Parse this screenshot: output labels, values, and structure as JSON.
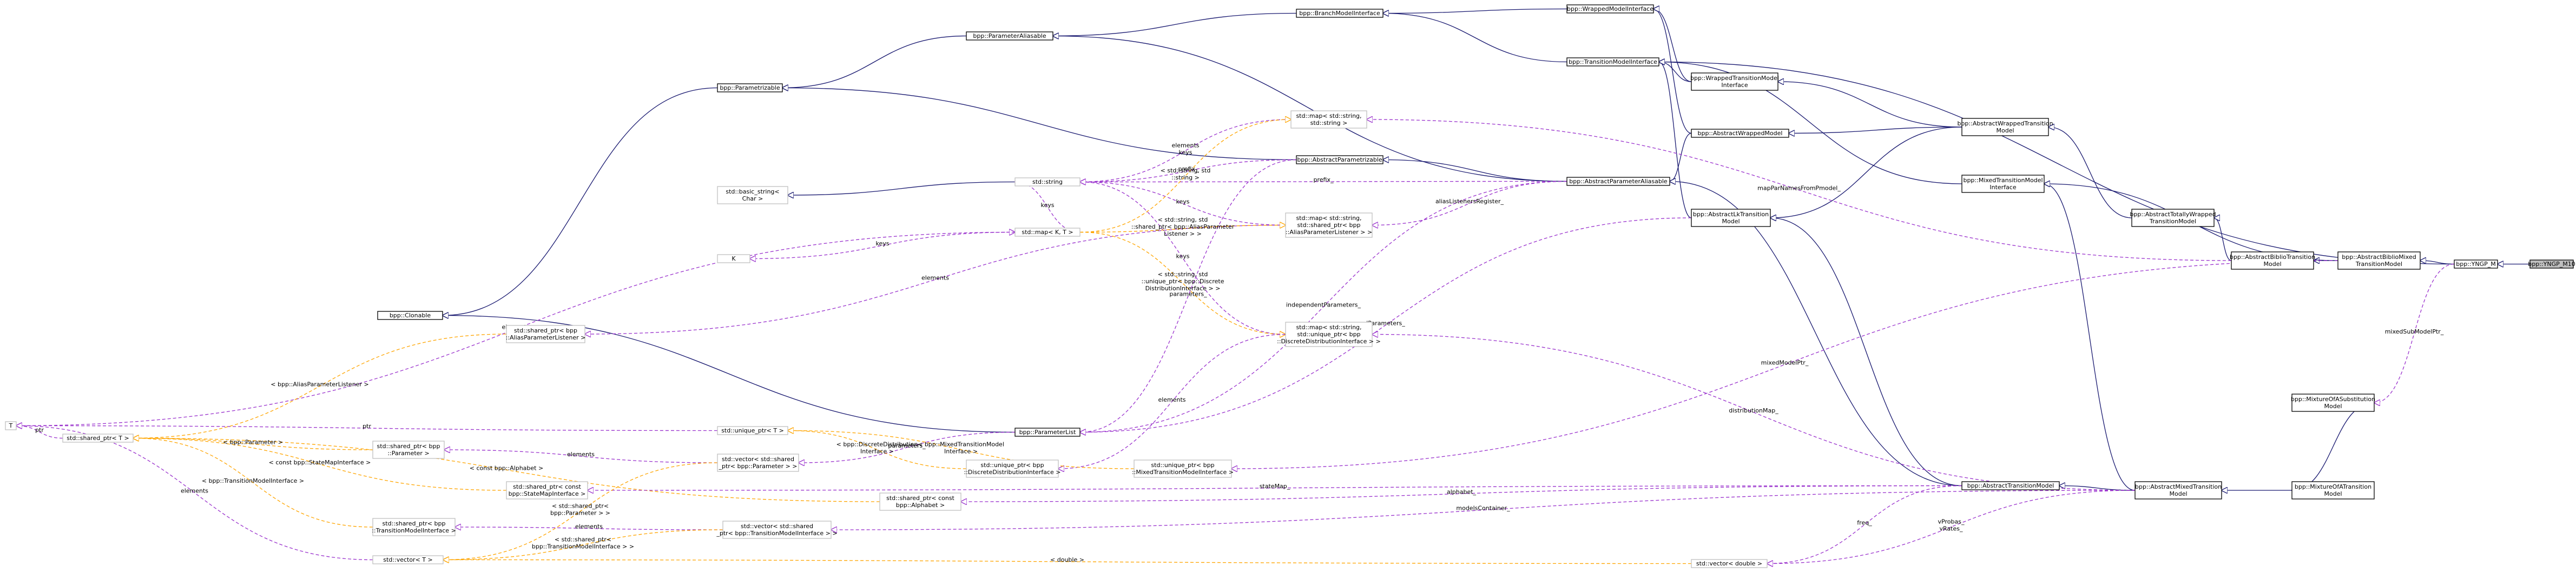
{
  "colors": {
    "inherit": "#191970",
    "usage": "#9a32cd",
    "template": "#ffa500",
    "node_border_solid": "#000000",
    "node_border_light": "#bfbfbf",
    "node_fill": "#ffffff",
    "highlight_fill": "#bfbfbf"
  },
  "nodes": [
    {
      "id": "ypsmxd",
      "lines": [
        "bpp::YNGP_M10"
      ],
      "kind": "highlight"
    },
    {
      "id": "yngpm",
      "lines": [
        "bpp::YNGP_M"
      ],
      "kind": "class"
    },
    {
      "id": "abmx",
      "lines": [
        "bpp::AbstractBiblioMixed",
        "TransitionModel"
      ],
      "kind": "class"
    },
    {
      "id": "abt",
      "lines": [
        "bpp::AbstractBiblioTransition",
        "Model"
      ],
      "kind": "class"
    },
    {
      "id": "atw",
      "lines": [
        "bpp::AbstractTotallyWrapped",
        "TransitionModel"
      ],
      "kind": "class"
    },
    {
      "id": "awt",
      "lines": [
        "bpp::AbstractWrappedTransition",
        "Model"
      ],
      "kind": "class"
    },
    {
      "id": "mtmi",
      "lines": [
        "bpp::MixedTransitionModel",
        "Interface"
      ],
      "kind": "class"
    },
    {
      "id": "alt",
      "lines": [
        "bpp::AbstractLkTransition",
        "Model"
      ],
      "kind": "class"
    },
    {
      "id": "awm",
      "lines": [
        "bpp::AbstractWrappedModel"
      ],
      "kind": "class"
    },
    {
      "id": "wtmi",
      "lines": [
        "bpp::WrappedTransitionModel",
        "Interface"
      ],
      "kind": "class"
    },
    {
      "id": "wmi",
      "lines": [
        "bpp::WrappedModelInterface"
      ],
      "kind": "class"
    },
    {
      "id": "tmi",
      "lines": [
        "bpp::TransitionModelInterface"
      ],
      "kind": "class"
    },
    {
      "id": "bmi",
      "lines": [
        "bpp::BranchModelInterface"
      ],
      "kind": "class"
    },
    {
      "id": "pal",
      "lines": [
        "bpp::ParameterAliasable"
      ],
      "kind": "class"
    },
    {
      "id": "apa",
      "lines": [
        "bpp::AbstractParameterAliasable"
      ],
      "kind": "class"
    },
    {
      "id": "apz",
      "lines": [
        "bpp::AbstractParametrizable"
      ],
      "kind": "class"
    },
    {
      "id": "prm",
      "lines": [
        "bpp::Parametrizable"
      ],
      "kind": "class"
    },
    {
      "id": "cln",
      "lines": [
        "bpp::Clonable"
      ],
      "kind": "class"
    },
    {
      "id": "plist",
      "lines": [
        "bpp::ParameterList"
      ],
      "kind": "class"
    },
    {
      "id": "bstr",
      "lines": [
        "std::basic_string<",
        "Char >"
      ],
      "kind": "template"
    },
    {
      "id": "str",
      "lines": [
        "std::string"
      ],
      "kind": "template"
    },
    {
      "id": "mapss",
      "lines": [
        "std::map< std::string,",
        "std::string >"
      ],
      "kind": "template"
    },
    {
      "id": "mapkt",
      "lines": [
        "std::map< K, T >"
      ],
      "kind": "template"
    },
    {
      "id": "k",
      "lines": [
        "K"
      ],
      "kind": "template"
    },
    {
      "id": "t",
      "lines": [
        "T"
      ],
      "kind": "template"
    },
    {
      "id": "mapapl",
      "lines": [
        "std::map< std::string,",
        "std::shared_ptr< bpp",
        "::AliasParameterListener > >"
      ],
      "kind": "template"
    },
    {
      "id": "spapl",
      "lines": [
        "std::shared_ptr< bpp",
        "::AliasParameterListener >"
      ],
      "kind": "template"
    },
    {
      "id": "mapdd",
      "lines": [
        "std::map< std::string,",
        "std::unique_ptr< bpp",
        "::DiscreteDistributionInterface > >"
      ],
      "kind": "template"
    },
    {
      "id": "upt",
      "lines": [
        "std::unique_ptr< T >"
      ],
      "kind": "template"
    },
    {
      "id": "updd",
      "lines": [
        "std::unique_ptr< bpp",
        "::DiscreteDistributionInterface >"
      ],
      "kind": "template"
    },
    {
      "id": "upmx",
      "lines": [
        "std::unique_ptr< bpp",
        "::MixedTransitionModelInterface >"
      ],
      "kind": "template"
    },
    {
      "id": "spt",
      "lines": [
        "std::shared_ptr< T >"
      ],
      "kind": "template"
    },
    {
      "id": "spp",
      "lines": [
        "std::shared_ptr< bpp",
        "::Parameter >"
      ],
      "kind": "template"
    },
    {
      "id": "vsp",
      "lines": [
        "std::vector< std::shared",
        "_ptr< bpp::Parameter > >"
      ],
      "kind": "template"
    },
    {
      "id": "spsm",
      "lines": [
        "std::shared_ptr< const",
        "bpp::StateMapInterface >"
      ],
      "kind": "template"
    },
    {
      "id": "spa",
      "lines": [
        "std::shared_ptr< const",
        "bpp::Alphabet >"
      ],
      "kind": "template"
    },
    {
      "id": "sptm",
      "lines": [
        "std::shared_ptr< bpp",
        "::TransitionModelInterface >"
      ],
      "kind": "template"
    },
    {
      "id": "vsptm",
      "lines": [
        "std::vector< std::shared",
        "_ptr< bpp::TransitionModelInterface > >"
      ],
      "kind": "template"
    },
    {
      "id": "vt",
      "lines": [
        "std::vector< T >"
      ],
      "kind": "template"
    },
    {
      "id": "vd",
      "lines": [
        "std::vector< double >"
      ],
      "kind": "template"
    },
    {
      "id": "atm",
      "lines": [
        "bpp::AbstractTransitionModel"
      ],
      "kind": "class"
    },
    {
      "id": "amx",
      "lines": [
        "bpp::AbstractMixedTransition",
        "Model"
      ],
      "kind": "class"
    },
    {
      "id": "mxofa",
      "lines": [
        "bpp::MixtureOfATransition",
        "Model"
      ],
      "kind": "class"
    },
    {
      "id": "mxofas",
      "lines": [
        "bpp::MixtureOfASubstitution",
        "Model"
      ],
      "kind": "class"
    }
  ],
  "edges": [
    {
      "from": "yngpm",
      "to": "ypsmxd",
      "style": "inherit",
      "label": []
    },
    {
      "from": "abmx",
      "to": "yngpm",
      "style": "inherit",
      "label": []
    },
    {
      "from": "tmi",
      "to": "yngpm",
      "style": "inherit",
      "label": []
    },
    {
      "from": "mxofas",
      "to": "yngpm",
      "style": "usage",
      "label": [
        "mixedSubModelPtr_"
      ]
    },
    {
      "from": "abt",
      "to": "abmx",
      "style": "inherit",
      "label": []
    },
    {
      "from": "mtmi",
      "to": "abmx",
      "style": "inherit",
      "label": []
    },
    {
      "from": "atw",
      "to": "abt",
      "style": "inherit",
      "label": []
    },
    {
      "from": "awt",
      "to": "atw",
      "style": "inherit",
      "label": []
    },
    {
      "from": "awm",
      "to": "awt",
      "style": "inherit",
      "label": []
    },
    {
      "from": "wtmi",
      "to": "awt",
      "style": "inherit",
      "label": []
    },
    {
      "from": "wmi",
      "to": "wtmi",
      "style": "inherit",
      "label": []
    },
    {
      "from": "tmi",
      "to": "wtmi",
      "style": "inherit",
      "label": []
    },
    {
      "from": "wmi",
      "to": "awm",
      "style": "inherit",
      "label": []
    },
    {
      "from": "apa",
      "to": "awm",
      "style": "inherit",
      "label": []
    },
    {
      "from": "bmi",
      "to": "wmi",
      "style": "inherit",
      "label": []
    },
    {
      "from": "bmi",
      "to": "tmi",
      "style": "inherit",
      "label": []
    },
    {
      "from": "pal",
      "to": "bmi",
      "style": "inherit",
      "label": []
    },
    {
      "from": "tmi",
      "to": "mtmi",
      "style": "inherit",
      "label": []
    },
    {
      "from": "tmi",
      "to": "alt",
      "style": "inherit",
      "label": []
    },
    {
      "from": "alt",
      "to": "awt",
      "style": "inherit",
      "label": []
    },
    {
      "from": "pal",
      "to": "apa",
      "style": "inherit",
      "label": []
    },
    {
      "from": "apz",
      "to": "apa",
      "style": "inherit",
      "label": []
    },
    {
      "from": "prm",
      "to": "pal",
      "style": "inherit",
      "label": []
    },
    {
      "from": "prm",
      "to": "apz",
      "style": "inherit",
      "label": []
    },
    {
      "from": "cln",
      "to": "prm",
      "style": "inherit",
      "label": []
    },
    {
      "from": "cln",
      "to": "plist",
      "style": "inherit",
      "label": []
    },
    {
      "from": "bstr",
      "to": "str",
      "style": "inherit",
      "label": []
    },
    {
      "from": "apa",
      "to": "atm",
      "style": "inherit",
      "label": []
    },
    {
      "from": "alt",
      "to": "atm",
      "style": "inherit",
      "label": []
    },
    {
      "from": "atm",
      "to": "amx",
      "style": "inherit",
      "label": []
    },
    {
      "from": "mtmi",
      "to": "amx",
      "style": "inherit",
      "label": []
    },
    {
      "from": "amx",
      "to": "mxofa",
      "style": "inherit",
      "label": []
    },
    {
      "from": "mxofa",
      "to": "mxofas",
      "style": "inherit",
      "label": []
    },
    {
      "from": "str",
      "to": "mapss",
      "style": "usage",
      "label": [
        "elements",
        "keys"
      ]
    },
    {
      "from": "mapss",
      "to": "abt",
      "style": "usage",
      "label": [
        "mapParNamesFromPmodel_"
      ]
    },
    {
      "from": "str",
      "to": "apz",
      "style": "usage",
      "label": [
        "prefix_"
      ]
    },
    {
      "from": "str",
      "to": "apa",
      "style": "usage",
      "label": [
        "prefix_"
      ]
    },
    {
      "from": "str",
      "to": "mapkt",
      "style": "usage",
      "label": [
        "keys"
      ]
    },
    {
      "from": "str",
      "to": "mapapl",
      "style": "usage",
      "label": [
        "keys"
      ]
    },
    {
      "from": "str",
      "to": "mapdd",
      "style": "usage",
      "label": [
        "keys"
      ]
    },
    {
      "from": "mapapl",
      "to": "apa",
      "style": "usage",
      "label": [
        "aliasListenersRegister_"
      ]
    },
    {
      "from": "mapkt",
      "to": "t",
      "style": "usage",
      "label": [
        "elements"
      ]
    },
    {
      "from": "k",
      "to": "mapkt",
      "style": "usage",
      "label": [
        "keys"
      ]
    },
    {
      "from": "spapl",
      "to": "mapapl",
      "style": "usage",
      "label": [
        "elements"
      ]
    },
    {
      "from": "plist",
      "to": "apz",
      "style": "usage",
      "label": [
        "parameters_"
      ]
    },
    {
      "from": "plist",
      "to": "apa",
      "style": "usage",
      "label": [
        "independentParameters_"
      ]
    },
    {
      "from": "plist",
      "to": "alt",
      "style": "usage",
      "label": [
        "lParameters_"
      ]
    },
    {
      "from": "vsp",
      "to": "plist",
      "style": "usage",
      "label": [
        "parameters_"
      ]
    },
    {
      "from": "spp",
      "to": "vsp",
      "style": "usage",
      "label": [
        "elements"
      ]
    },
    {
      "from": "mapss",
      "to": "mapkt",
      "style": "template",
      "label": [
        "< std::string, std",
        "::string >"
      ]
    },
    {
      "from": "mapapl",
      "to": "mapkt",
      "style": "template",
      "label": [
        "< std::string, std",
        "::shared_ptr< bpp::AliasParameter",
        "Listener > >"
      ]
    },
    {
      "from": "mapdd",
      "to": "mapkt",
      "style": "template",
      "label": [
        "< std::string, std",
        "::unique_ptr< bpp::Discrete",
        "DistributionInterface > >"
      ]
    },
    {
      "from": "updd",
      "to": "mapdd",
      "style": "usage",
      "label": [
        "elements"
      ]
    },
    {
      "from": "mapdd",
      "to": "amx",
      "style": "usage",
      "label": [
        "distributionMap_"
      ]
    },
    {
      "from": "upt",
      "to": "updd",
      "style": "template",
      "label": [
        "< bpp::DiscreteDistribution",
        "Interface >"
      ]
    },
    {
      "from": "upt",
      "to": "upmx",
      "style": "template",
      "label": [
        "< bpp::MixedTransitionModel",
        "Interface >"
      ]
    },
    {
      "from": "t",
      "to": "upt",
      "style": "usage",
      "label": [
        "ptr"
      ]
    },
    {
      "from": "upmx",
      "to": "abmx",
      "style": "usage",
      "label": [
        "mixedModelPtr_"
      ]
    },
    {
      "from": "t",
      "to": "spt",
      "style": "usage",
      "label": [
        "ptr"
      ]
    },
    {
      "from": "spt",
      "to": "spapl",
      "style": "template",
      "label": [
        "< bpp::AliasParameterListener >"
      ]
    },
    {
      "from": "spt",
      "to": "spp",
      "style": "template",
      "label": [
        "< bpp::Parameter >"
      ]
    },
    {
      "from": "spt",
      "to": "spsm",
      "style": "template",
      "label": [
        "< const bpp::StateMapInterface >"
      ]
    },
    {
      "from": "spt",
      "to": "spa",
      "style": "template",
      "label": [
        "< const bpp::Alphabet >"
      ]
    },
    {
      "from": "spt",
      "to": "sptm",
      "style": "template",
      "label": [
        "< bpp::TransitionModelInterface >"
      ]
    },
    {
      "from": "spsm",
      "to": "atm",
      "style": "usage",
      "label": [
        "stateMap_"
      ]
    },
    {
      "from": "spa",
      "to": "atm",
      "style": "usage",
      "label": [
        "alphabet_"
      ]
    },
    {
      "from": "sptm",
      "to": "vsptm",
      "style": "usage",
      "label": [
        "elements"
      ]
    },
    {
      "from": "vsptm",
      "to": "amx",
      "style": "usage",
      "label": [
        "modelsContainer_"
      ]
    },
    {
      "from": "t",
      "to": "vt",
      "style": "usage",
      "label": [
        "elements"
      ]
    },
    {
      "from": "vt",
      "to": "vsp",
      "style": "template",
      "label": [
        "< std::shared_ptr<",
        "bpp::Parameter > >"
      ]
    },
    {
      "from": "vt",
      "to": "vsptm",
      "style": "template",
      "label": [
        "< std::shared_ptr<",
        "bpp::TransitionModelInterface > >"
      ]
    },
    {
      "from": "vt",
      "to": "vd",
      "style": "template",
      "label": [
        "< double >"
      ]
    },
    {
      "from": "vd",
      "to": "atm",
      "style": "usage",
      "label": [
        "freq_"
      ]
    },
    {
      "from": "vd",
      "to": "amx",
      "style": "usage",
      "label": [
        "vProbas_",
        "vRates_"
      ]
    }
  ]
}
